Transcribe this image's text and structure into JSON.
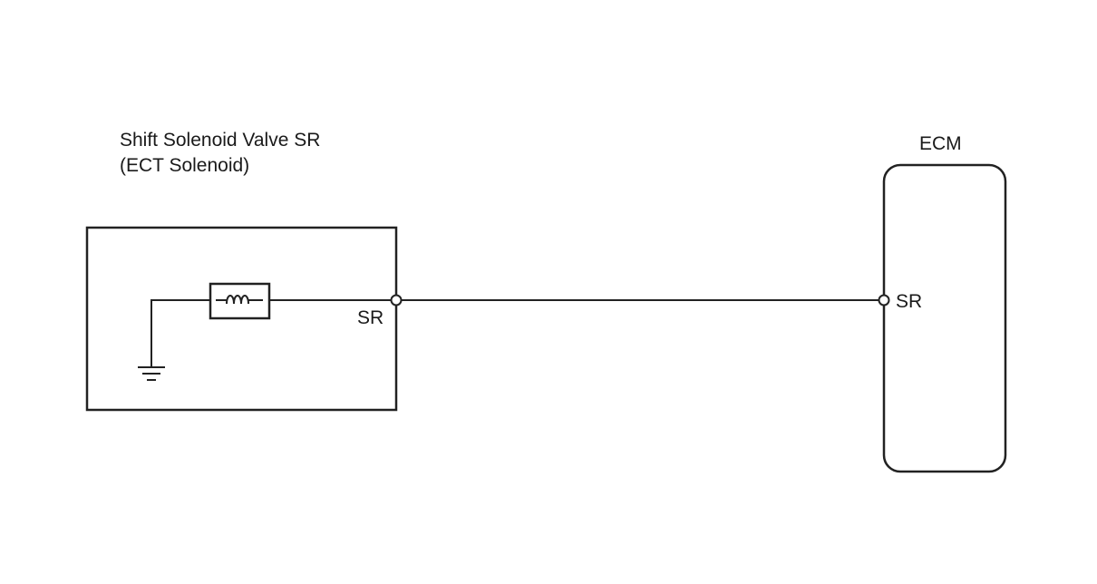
{
  "solenoid": {
    "title_line1": "Shift Solenoid Valve SR",
    "title_line2": "(ECT Solenoid)",
    "terminal_label": "SR",
    "coil_icon": "coil-icon",
    "ground_icon": "ground-icon"
  },
  "ecm": {
    "title": "ECM",
    "terminal_label": "SR"
  },
  "colors": {
    "line": "#222222",
    "background": "#ffffff"
  }
}
